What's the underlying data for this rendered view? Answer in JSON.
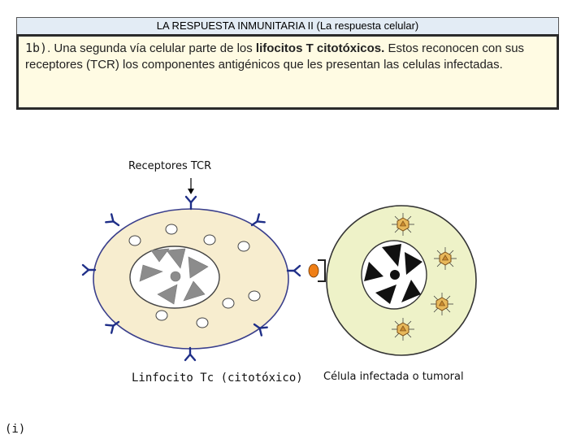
{
  "header": {
    "title": "LA RESPUESTA INMUNITARIA II (La respuesta celular)"
  },
  "intro": {
    "tag": "1b)",
    "text_before": ". Una segunda vía celular parte de los ",
    "bold": "lifocitos T citotóxicos.",
    "text_after": " Estos reconocen con sus receptores (TCR) los componentes antigénicos que les presentan las celulas infectadas."
  },
  "labels": {
    "tcr": "Receptores TCR",
    "lymphocyte": "Linfocito Tc (citotóxico)",
    "infected_cell": "Célula infectada o tumoral",
    "panel_id": "(i)"
  },
  "colors": {
    "cytoplasm_tc": "#f7edcf",
    "cytoplasm_infected": "#eef2c8",
    "nucleus": "#ffffff",
    "chromatin_tc": "#8c8c8c",
    "chromatin_infected": "#111111",
    "receptor": "#1f2f88",
    "antigen": "#f07f16",
    "virus": "#e8b85a"
  }
}
